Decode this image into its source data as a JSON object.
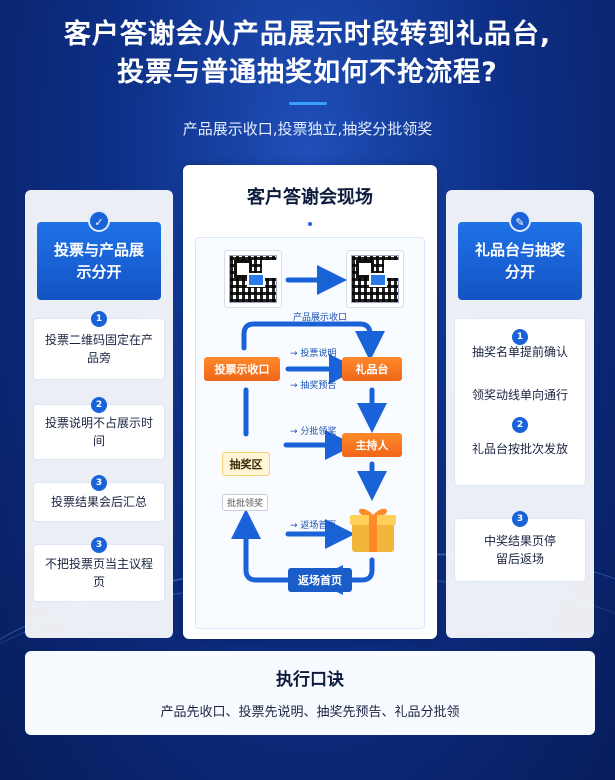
{
  "header": {
    "title_line1": "客户答谢会从产品展示时段转到礼品台,",
    "title_line2": "投票与普通抽奖如何不抢流程?",
    "subtitle": "产品展示收口,投票独立,抽奖分批领奖"
  },
  "left_panel": {
    "icon": "ballot-icon",
    "heading": "投票与产品展示分开",
    "items": [
      {
        "badge": "1",
        "text": "投票二维码固定在产品旁"
      },
      {
        "badge": "2",
        "text": "投票说明不占展示时间"
      },
      {
        "badge": "3",
        "text": "投票结果会后汇总"
      },
      {
        "badge": "3",
        "text": "不把投票页当主议程页"
      }
    ]
  },
  "right_panel": {
    "icon": "gift-tag-icon",
    "heading": "礼品台与抽奖分开",
    "items": [
      {
        "badge": "1",
        "text": "抽奖名单提前确认"
      },
      {
        "badge": "",
        "text": "领奖动线单向通行"
      },
      {
        "badge": "2",
        "text": "礼品台按批次发放"
      },
      {
        "badge": "3",
        "text": "中奖结果页停留后返场"
      }
    ]
  },
  "center": {
    "title": "客户答谢会现场",
    "qr_caption": "产品展示收口",
    "nodes": {
      "vote_close": "投票示收口",
      "gift_desk": "礼品台",
      "host": "主持人",
      "lottery_zone": "抽奖区",
      "return_home": "返场首页"
    },
    "flow_labels": {
      "vote_note": "→ 投票说明",
      "lottery_preview": "→ 抽奖预告",
      "batch_claim": "→ 分批领奖",
      "return_home_label": "→ 返场首页"
    },
    "tag": "批批领奖"
  },
  "footer": {
    "title": "执行口诀",
    "text": "产品先收口、投票先说明、抽奖先预告、礼品分批领"
  },
  "colors": {
    "accent_blue": "#1a62d8",
    "accent_orange": "#f0661a",
    "background_dark": "#071d5c"
  }
}
